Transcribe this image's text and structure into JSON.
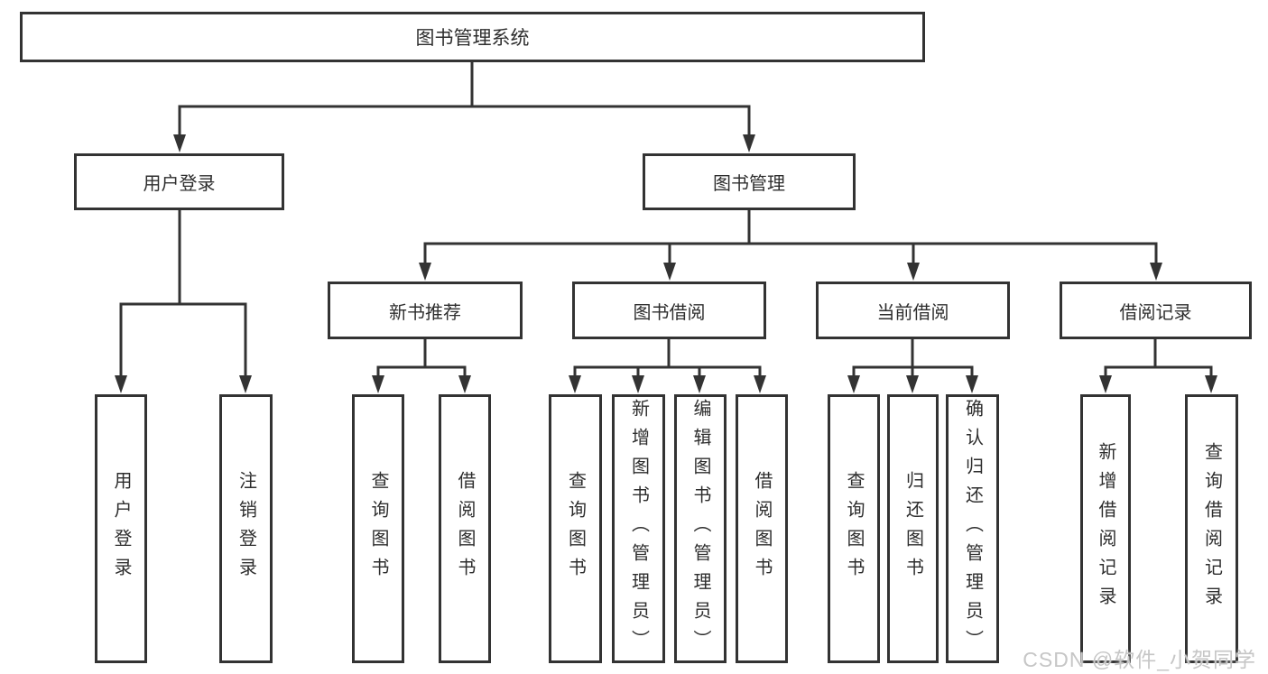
{
  "diagram": {
    "title": "图书管理系统",
    "type": "hierarchy-tree",
    "colors": {
      "line": "#333333",
      "text": "#2e2e2e",
      "background": "#ffffff",
      "watermark": "#c6c6c6"
    }
  },
  "tree": {
    "label": "图书管理系统",
    "children": [
      {
        "label": "用户登录",
        "children": [
          {
            "label": "用户登录"
          },
          {
            "label": "注销登录"
          }
        ]
      },
      {
        "label": "图书管理",
        "children": [
          {
            "label": "新书推荐",
            "children": [
              {
                "label": "查询图书"
              },
              {
                "label": "借阅图书"
              }
            ]
          },
          {
            "label": "图书借阅",
            "children": [
              {
                "label": "查询图书"
              },
              {
                "label": "新增图书（管理员）"
              },
              {
                "label": "编辑图书（管理员）"
              },
              {
                "label": "借阅图书"
              }
            ]
          },
          {
            "label": "当前借阅",
            "children": [
              {
                "label": "查询图书"
              },
              {
                "label": "归还图书"
              },
              {
                "label": "确认归还（管理员）"
              }
            ]
          },
          {
            "label": "借阅记录",
            "children": [
              {
                "label": "新增借阅记录"
              },
              {
                "label": "查询借阅记录"
              }
            ]
          }
        ]
      }
    ]
  },
  "watermark": "CSDN @软件_小贺同学"
}
